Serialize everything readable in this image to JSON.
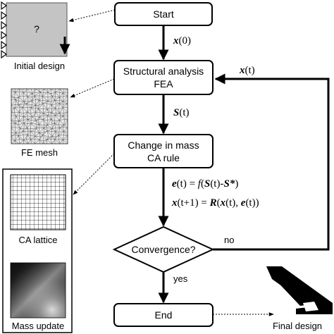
{
  "boxes": {
    "start": "Start",
    "analysis_l1": "Structural analysis",
    "analysis_l2": "FEA",
    "change_l1": "Change in mass",
    "change_l2": "CA rule",
    "convergence": "Convergence?",
    "end": "End"
  },
  "captions": {
    "initial": "Initial design",
    "mesh": "FE mesh",
    "lattice": "CA lattice",
    "mass": "Mass update",
    "final": "Final design"
  },
  "labels": {
    "x0_var": "x",
    "x0_arg": "(0)",
    "xt_var": "x",
    "xt_arg": "(t)",
    "st_var": "S",
    "st_arg": "(t)",
    "no": "no",
    "yes": "yes",
    "question": "?"
  },
  "equations": {
    "e_lhs": "e",
    "e_mid": "(t) = ",
    "e_f": "f",
    "e_paren": "(",
    "e_S": "S",
    "e_t": "(t)-",
    "e_Sstar": "S*",
    "e_close": ")",
    "x_lhs": "x",
    "x_mid": "(t+1) = ",
    "x_R": "R",
    "x_open": "(",
    "x_x": "x",
    "x_t": "(t), ",
    "x_e": "e",
    "x_t2": "(t))"
  },
  "colors": {
    "line": "#000000",
    "gray_fill": "#c4c4c4",
    "mesh_bg": "#e8e8e8"
  }
}
